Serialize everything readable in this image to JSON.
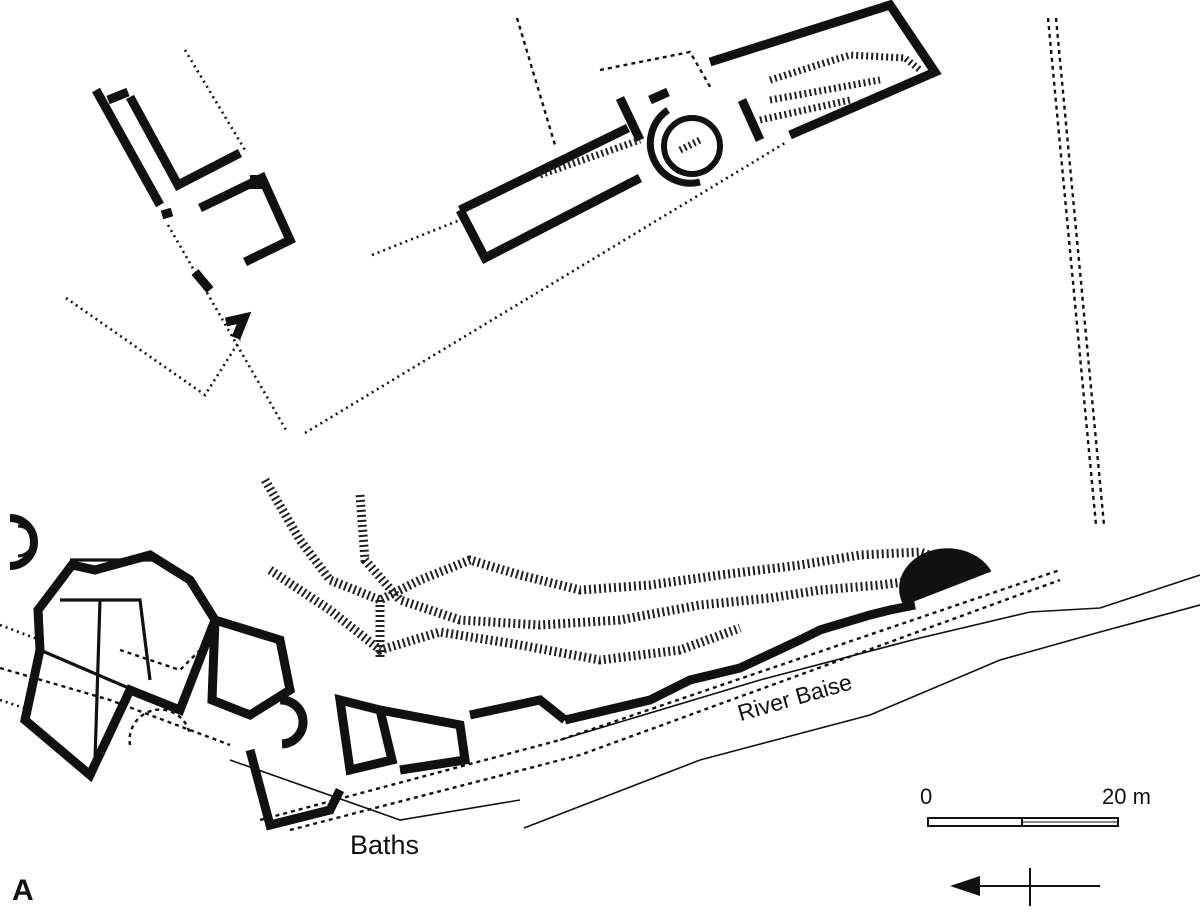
{
  "panel_letter": "A",
  "labels": {
    "baths": "Baths",
    "river": "River Baise"
  },
  "scale_bar": {
    "start_label": "0",
    "end_label": "20 m"
  },
  "orientation": {
    "icon": "north-arrow-icon",
    "direction": "left"
  },
  "colors": {
    "ink": "#111111",
    "paper": "#ffffff"
  }
}
